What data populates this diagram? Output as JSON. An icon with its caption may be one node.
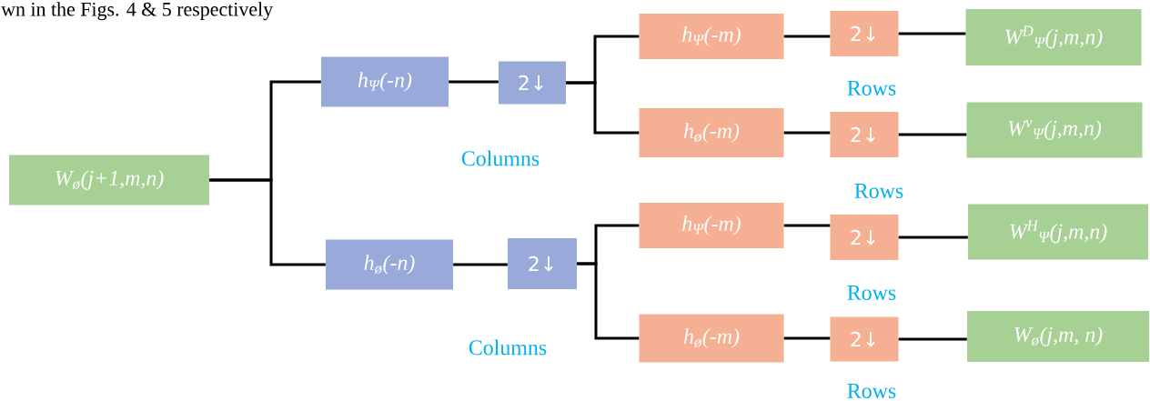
{
  "diagram": {
    "nodes": [
      {
        "text": [
          "W$_{ø}$(j+1,m,n)"
        ]
      },
      {
        "text": [
          "h$_{Ψ}$(-n)"
        ]
      },
      {
        "text": [
          "2↓"
        ]
      },
      {
        "text": [
          "h$_{ø}$(-n)"
        ]
      },
      {
        "text": [
          "2↓"
        ]
      },
      {
        "text": [
          "h$_{Ψ}$(-m)"
        ]
      },
      {
        "text": [
          "2↓"
        ]
      },
      {
        "text": [
          "W$^{D}$$_{Ψ}$(j,m,n)"
        ]
      },
      {
        "text": [
          "h$_{ø}$(-m)"
        ]
      },
      {
        "text": [
          "2↓"
        ]
      },
      {
        "text": [
          "W$^{v}$$_{Ψ}$(j,m,n)"
        ]
      },
      {
        "text": [
          "h$_{Ψ}$(-m)"
        ]
      },
      {
        "text": [
          "2↓"
        ]
      },
      {
        "text": [
          "W$^{H}$$_{Ψ}$(j,m,n)"
        ]
      },
      {
        "text": [
          "h$_{ø}$(-m)"
        ]
      },
      {
        "text": [
          "2↓"
        ]
      },
      {
        "text": [
          "W$_{ø}$(j,m, n)"
        ]
      }
    ],
    "edges": [
      {
        "from": 0,
        "to": 1,
        "arrow": "none"
      },
      {
        "from": 0,
        "to": 3,
        "arrow": "none"
      },
      {
        "from": 1,
        "to": 2,
        "arrow": "none"
      },
      {
        "from": 3,
        "to": 4,
        "arrow": "none"
      },
      {
        "from": 2,
        "to": 5,
        "arrow": "none"
      },
      {
        "from": 2,
        "to": 8,
        "arrow": "none"
      },
      {
        "from": 4,
        "to": 11,
        "arrow": "none"
      },
      {
        "from": 4,
        "to": 14,
        "arrow": "none"
      },
      {
        "from": 5,
        "to": 6,
        "arrow": "none"
      },
      {
        "from": 6,
        "to": 7,
        "arrow": "none"
      },
      {
        "from": 8,
        "to": 9,
        "arrow": "none"
      },
      {
        "from": 9,
        "to": 10,
        "arrow": "none"
      },
      {
        "from": 11,
        "to": 12,
        "arrow": "none"
      },
      {
        "from": 12,
        "to": 13,
        "arrow": "none"
      },
      {
        "from": 14,
        "to": 15,
        "arrow": "none"
      },
      {
        "from": 15,
        "to": 16,
        "arrow": "none"
      }
    ],
    "labels": [
      "wn in the Figs. 4 & 5 respectively",
      "Rows",
      "Columns",
      "Rows",
      "Rows",
      "Columns",
      "Rows"
    ]
  }
}
